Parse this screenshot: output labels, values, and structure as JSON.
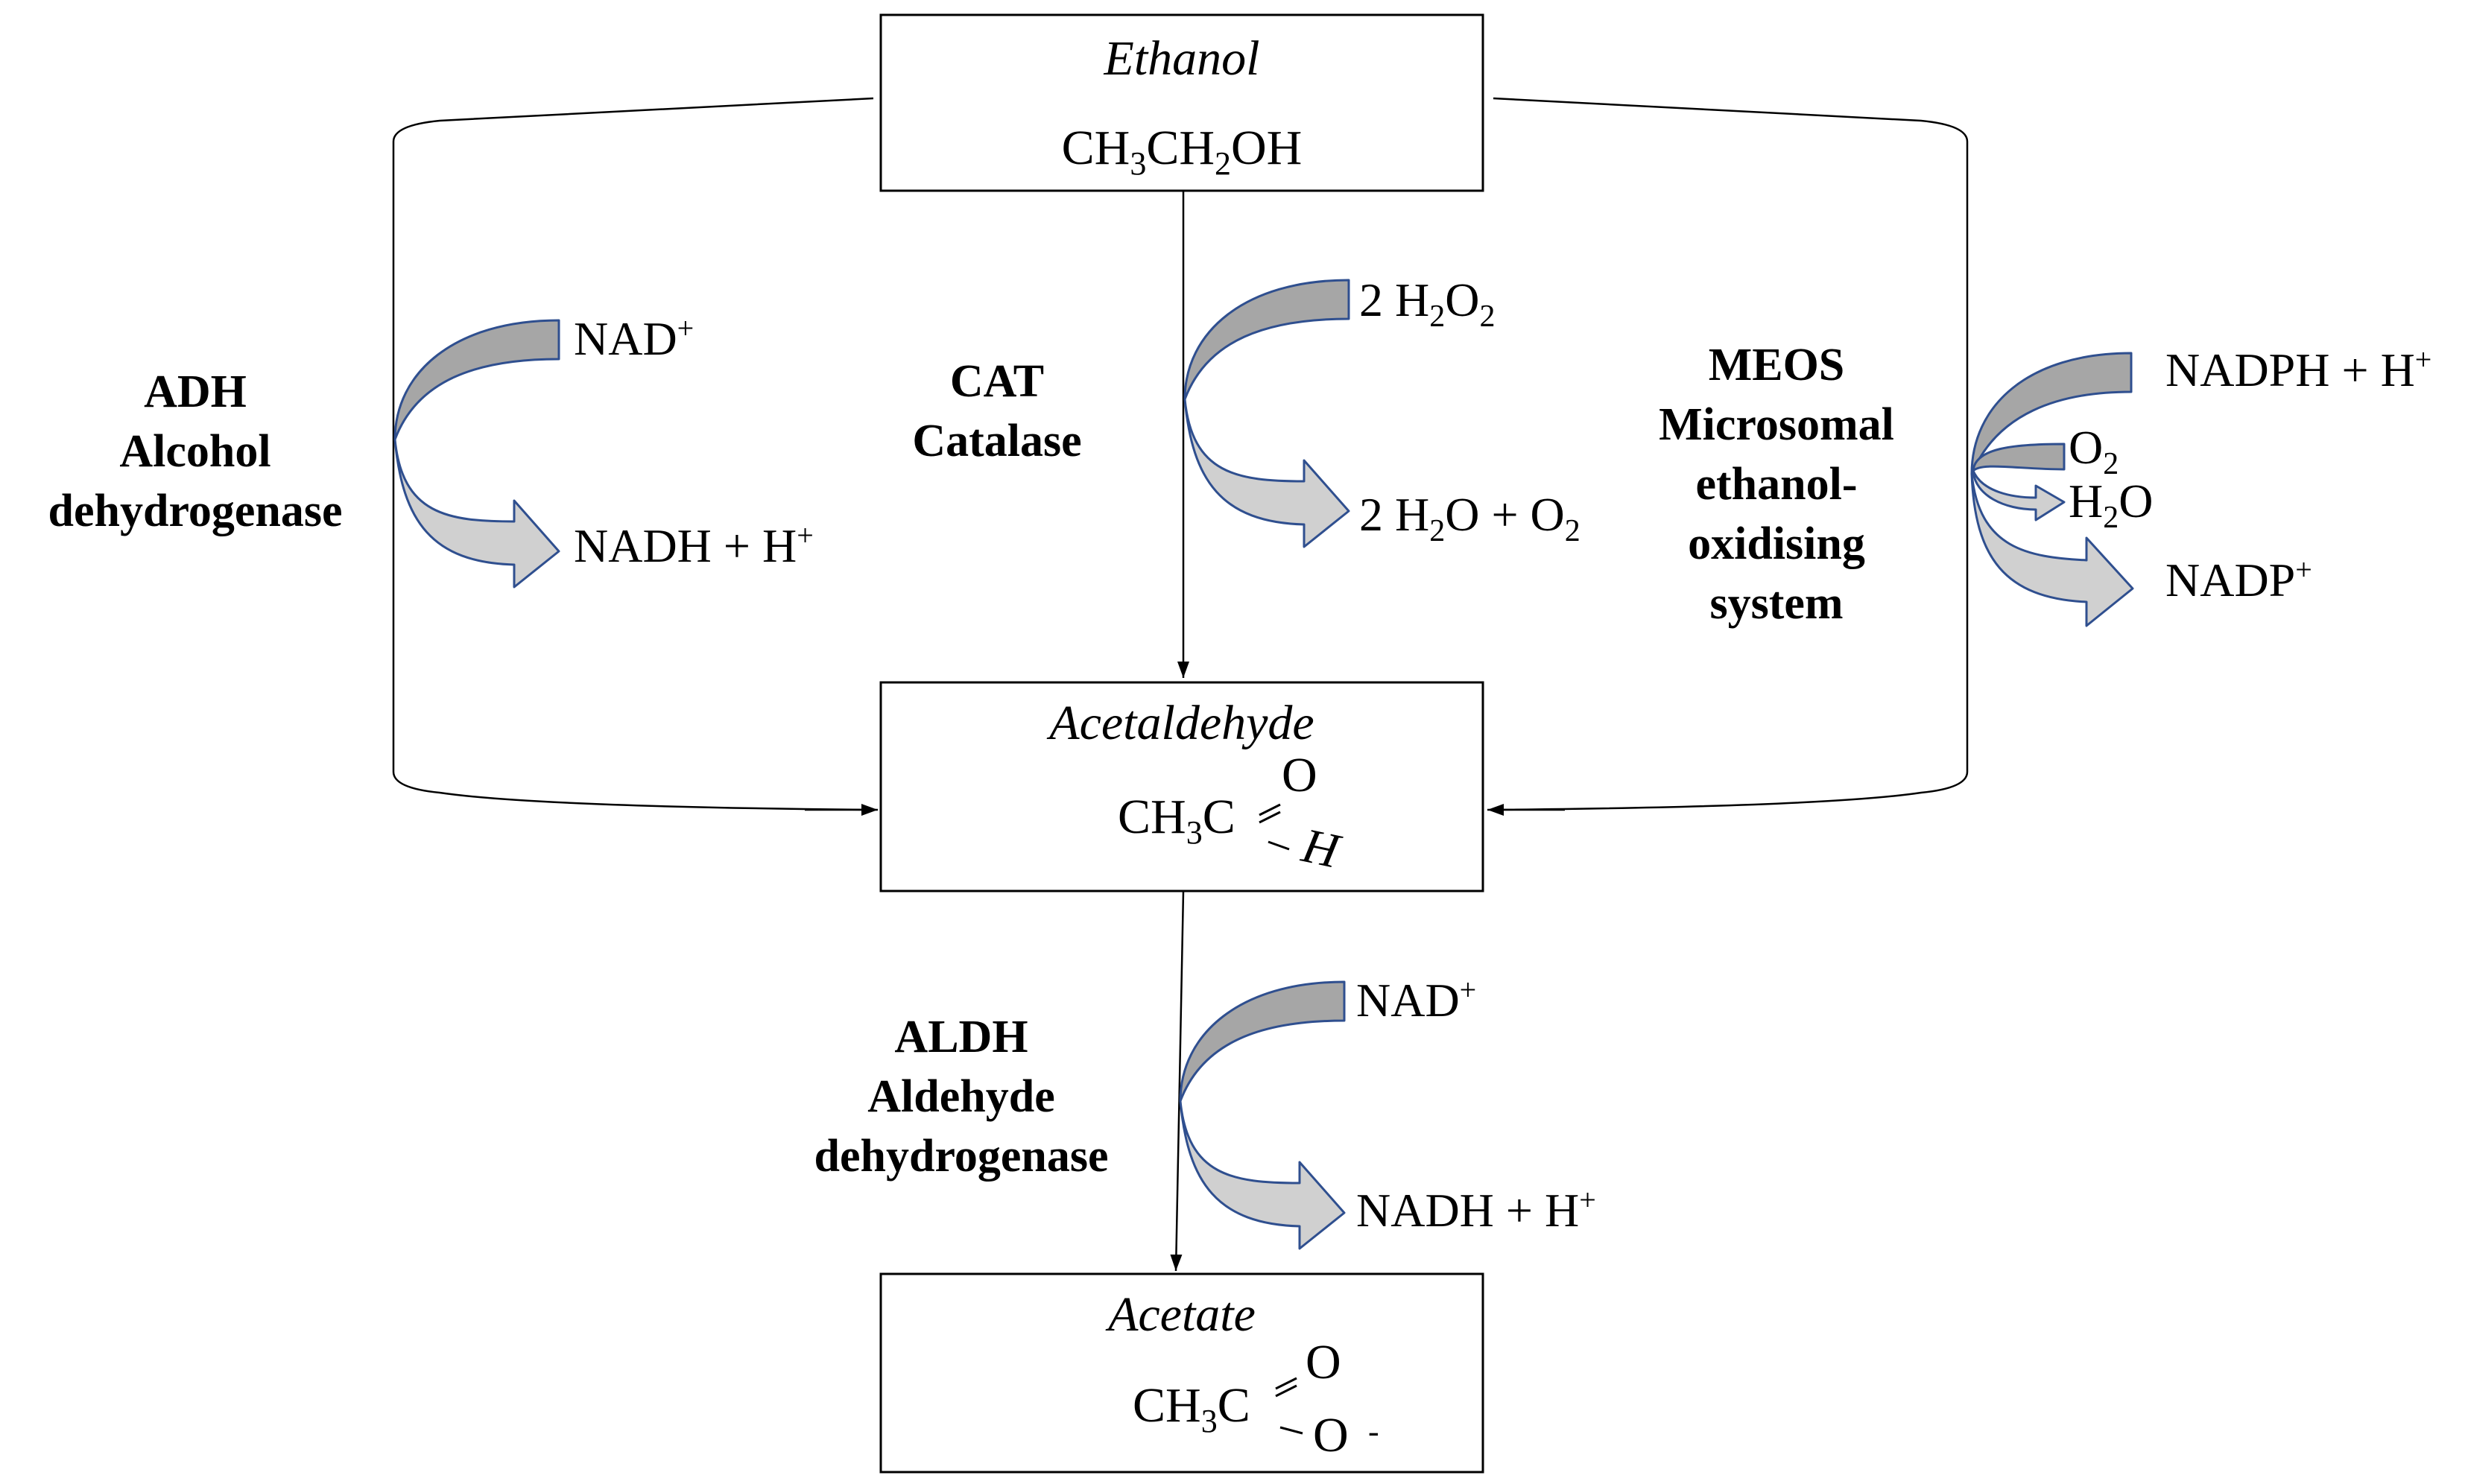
{
  "compounds": {
    "ethanol": {
      "name": "Ethanol",
      "formula": [
        "CH",
        "3",
        "CH",
        "2",
        "OH"
      ]
    },
    "acetaldehyde": {
      "name": "Acetaldehyde",
      "formula_main": [
        "CH",
        "3",
        "C"
      ],
      "atom_o": "O",
      "atom_h": "H"
    },
    "acetate": {
      "name": "Acetate",
      "formula_main": [
        "CH",
        "3",
        "C"
      ],
      "atom_o1": "O",
      "atom_o2": "O",
      "charge": "-"
    }
  },
  "enzymes": {
    "adh": {
      "abbr": "ADH",
      "line1": "Alcohol",
      "line2": "dehydrogenase"
    },
    "cat": {
      "abbr": "CAT",
      "line1": "Catalase"
    },
    "meos": {
      "abbr": "MEOS",
      "line1": "Microsomal",
      "line2": "ethanol-",
      "line3": "oxidising",
      "line4": "system"
    },
    "aldh": {
      "abbr": "ALDH",
      "line1": "Aldehyde",
      "line2": "dehydrogenase"
    }
  },
  "cofactors": {
    "adh_in": [
      "NAD",
      "+"
    ],
    "adh_out": [
      "NADH + H",
      "+"
    ],
    "cat_in": [
      "2 H",
      "2",
      "O",
      "2"
    ],
    "cat_out": [
      "2 H",
      "2",
      "O + O",
      "2"
    ],
    "meos_in": [
      "NADPH + H",
      "+"
    ],
    "meos_o2": [
      "O",
      "2"
    ],
    "meos_h2o": [
      "H",
      "2",
      "O"
    ],
    "meos_out": [
      "NADP",
      "+"
    ],
    "aldh_in": [
      "NAD",
      "+"
    ],
    "aldh_out": [
      "NADH + H",
      "+"
    ]
  },
  "colors": {
    "arrow_dark_fill": "#a6a6a6",
    "arrow_light_fill": "#d0d0d0",
    "arrow_outline": "#2f4f8f",
    "line": "#000000"
  }
}
